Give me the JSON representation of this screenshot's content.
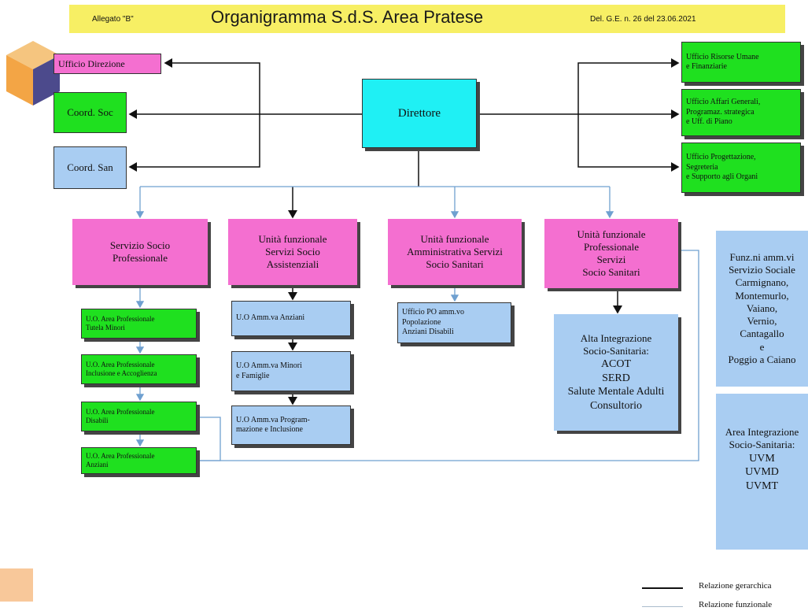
{
  "header": {
    "allegato": "Allegato \"B\"",
    "title": "Organigramma S.d.S. Area Pratese",
    "delibera": "Del. G.E. n. 26 del 23.06.2021"
  },
  "direttore": "Direttore",
  "left_boxes": {
    "ufficio_direzione": "Ufficio Direzione",
    "coord_soc": "Coord. Soc",
    "coord_san": "Coord. San"
  },
  "right_boxes": {
    "risorse_umane": [
      "Ufficio Risorse Umane",
      "e Finanziarie"
    ],
    "affari_generali": [
      "Ufficio Affari Generali,",
      "Programaz. strategica",
      "e Uff. di Piano"
    ],
    "progettazione": [
      "Ufficio Progettazione,",
      "Segreteria",
      "e Supporto agli Organi"
    ]
  },
  "main_units": {
    "servizio_socio": [
      "Servizio Socio",
      "Professionale"
    ],
    "uf_socio_assistenziali": [
      "Unità funzionale",
      "Servizi Socio",
      "Assistenziali"
    ],
    "uf_amministrativa": [
      "Unità funzionale",
      "Amministrativa Servizi",
      "Socio Sanitari"
    ],
    "uf_professionale": [
      "Unità funzionale",
      "Professionale",
      "Servizi",
      "Socio Sanitari"
    ]
  },
  "uo_green": [
    [
      "U.O. Area Professionale",
      "Tutela Minori"
    ],
    [
      "U.O. Area Professionale",
      "Inclusione e Accoglienza"
    ],
    [
      "U.O. Area Professionale",
      "Disabili"
    ],
    [
      "U.O. Area Professionale",
      "Anziani"
    ]
  ],
  "uo_blue": [
    [
      "U.O Amm.va Anziani"
    ],
    [
      "U.O Amm.va Minori",
      "e Famiglie"
    ],
    [
      "U.O Amm.va Program-",
      "mazione e Inclusione"
    ]
  ],
  "ufficio_po": [
    "Ufficio PO amm.vo",
    "Popolazione",
    "Anziani Disabili"
  ],
  "alta_integrazione": {
    "head": [
      "Alta Integrazione",
      "Socio-Sanitaria:"
    ],
    "items": [
      "ACOT",
      "SERD",
      "Salute Mentale Adulti",
      "Consultorio"
    ]
  },
  "funzioni_amm": [
    "Funz.ni amm.vi",
    "Servizio Sociale",
    "Carmignano,",
    "Montemurlo,",
    "Vaiano,",
    "Vernio,",
    "Cantagallo",
    "e",
    "Poggio a Caiano"
  ],
  "area_integrazione": {
    "head": [
      "Area Integrazione",
      "Socio-Sanitaria:"
    ],
    "items": [
      "UVM",
      "UVMD",
      "UVMT"
    ]
  },
  "legend": {
    "gerarchica": "Relazione gerarchica",
    "funzionale": "Relazione funzionale"
  },
  "colors": {
    "magenta": "#f46fd0",
    "green": "#1fe01f",
    "blue": "#a9cdf2",
    "cyan": "#1ff0f4",
    "banner": "#f7ef64"
  }
}
